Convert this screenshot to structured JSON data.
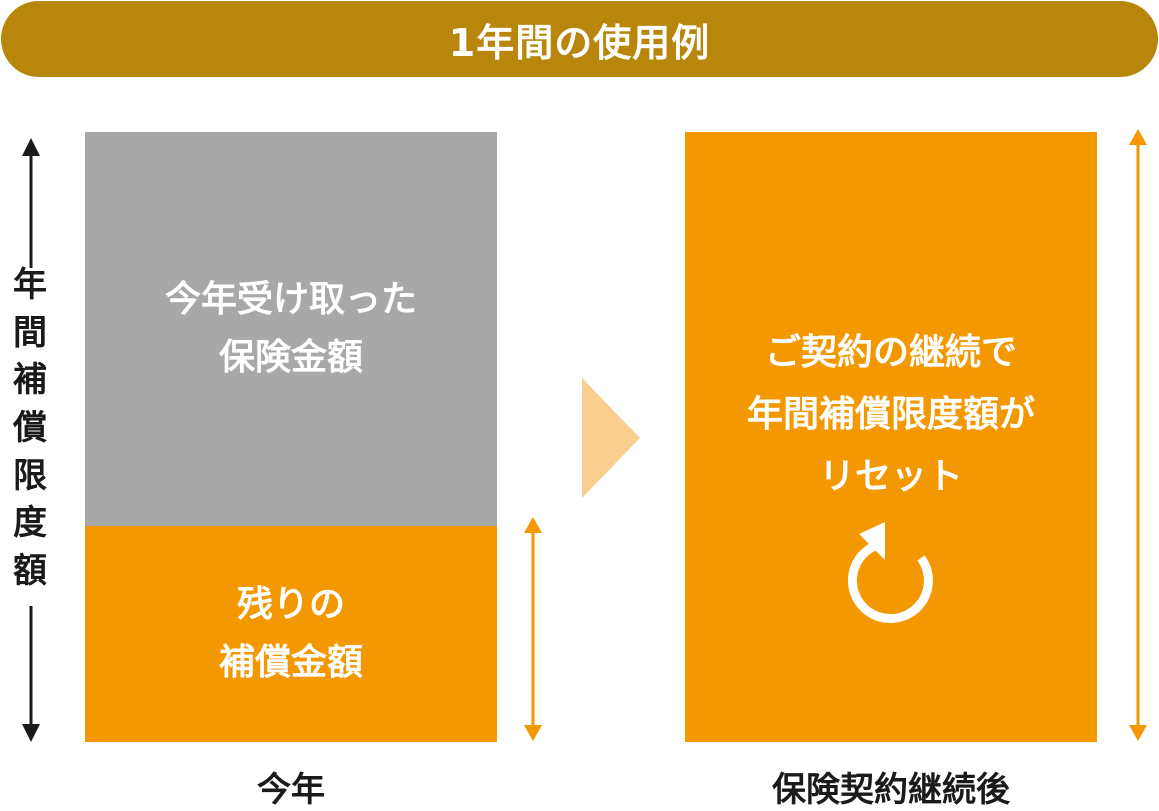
{
  "header": {
    "title": "1年間の使用例"
  },
  "side_label": {
    "text": "年間補償限度額"
  },
  "left_column": {
    "used_box": {
      "line1": "今年受け取った",
      "line2": "保険金額"
    },
    "remaining_box": {
      "line1": "残りの",
      "line2": "補償金額"
    },
    "caption": "今年"
  },
  "right_column": {
    "reset_box": {
      "line1": "ご契約の継続で",
      "line2": "年間補償限度額が",
      "line3": "リセット"
    },
    "caption": "保険契約継続後"
  },
  "icons": {
    "transition": "chevron-right-icon",
    "reset": "reset-icon"
  },
  "colors": {
    "banner": "#b8860b",
    "orange": "#f39800",
    "gray": "#a7a8a7",
    "arrow_light": "#f9cf8f",
    "text_dark": "#1a1a1a",
    "white": "#ffffff"
  }
}
